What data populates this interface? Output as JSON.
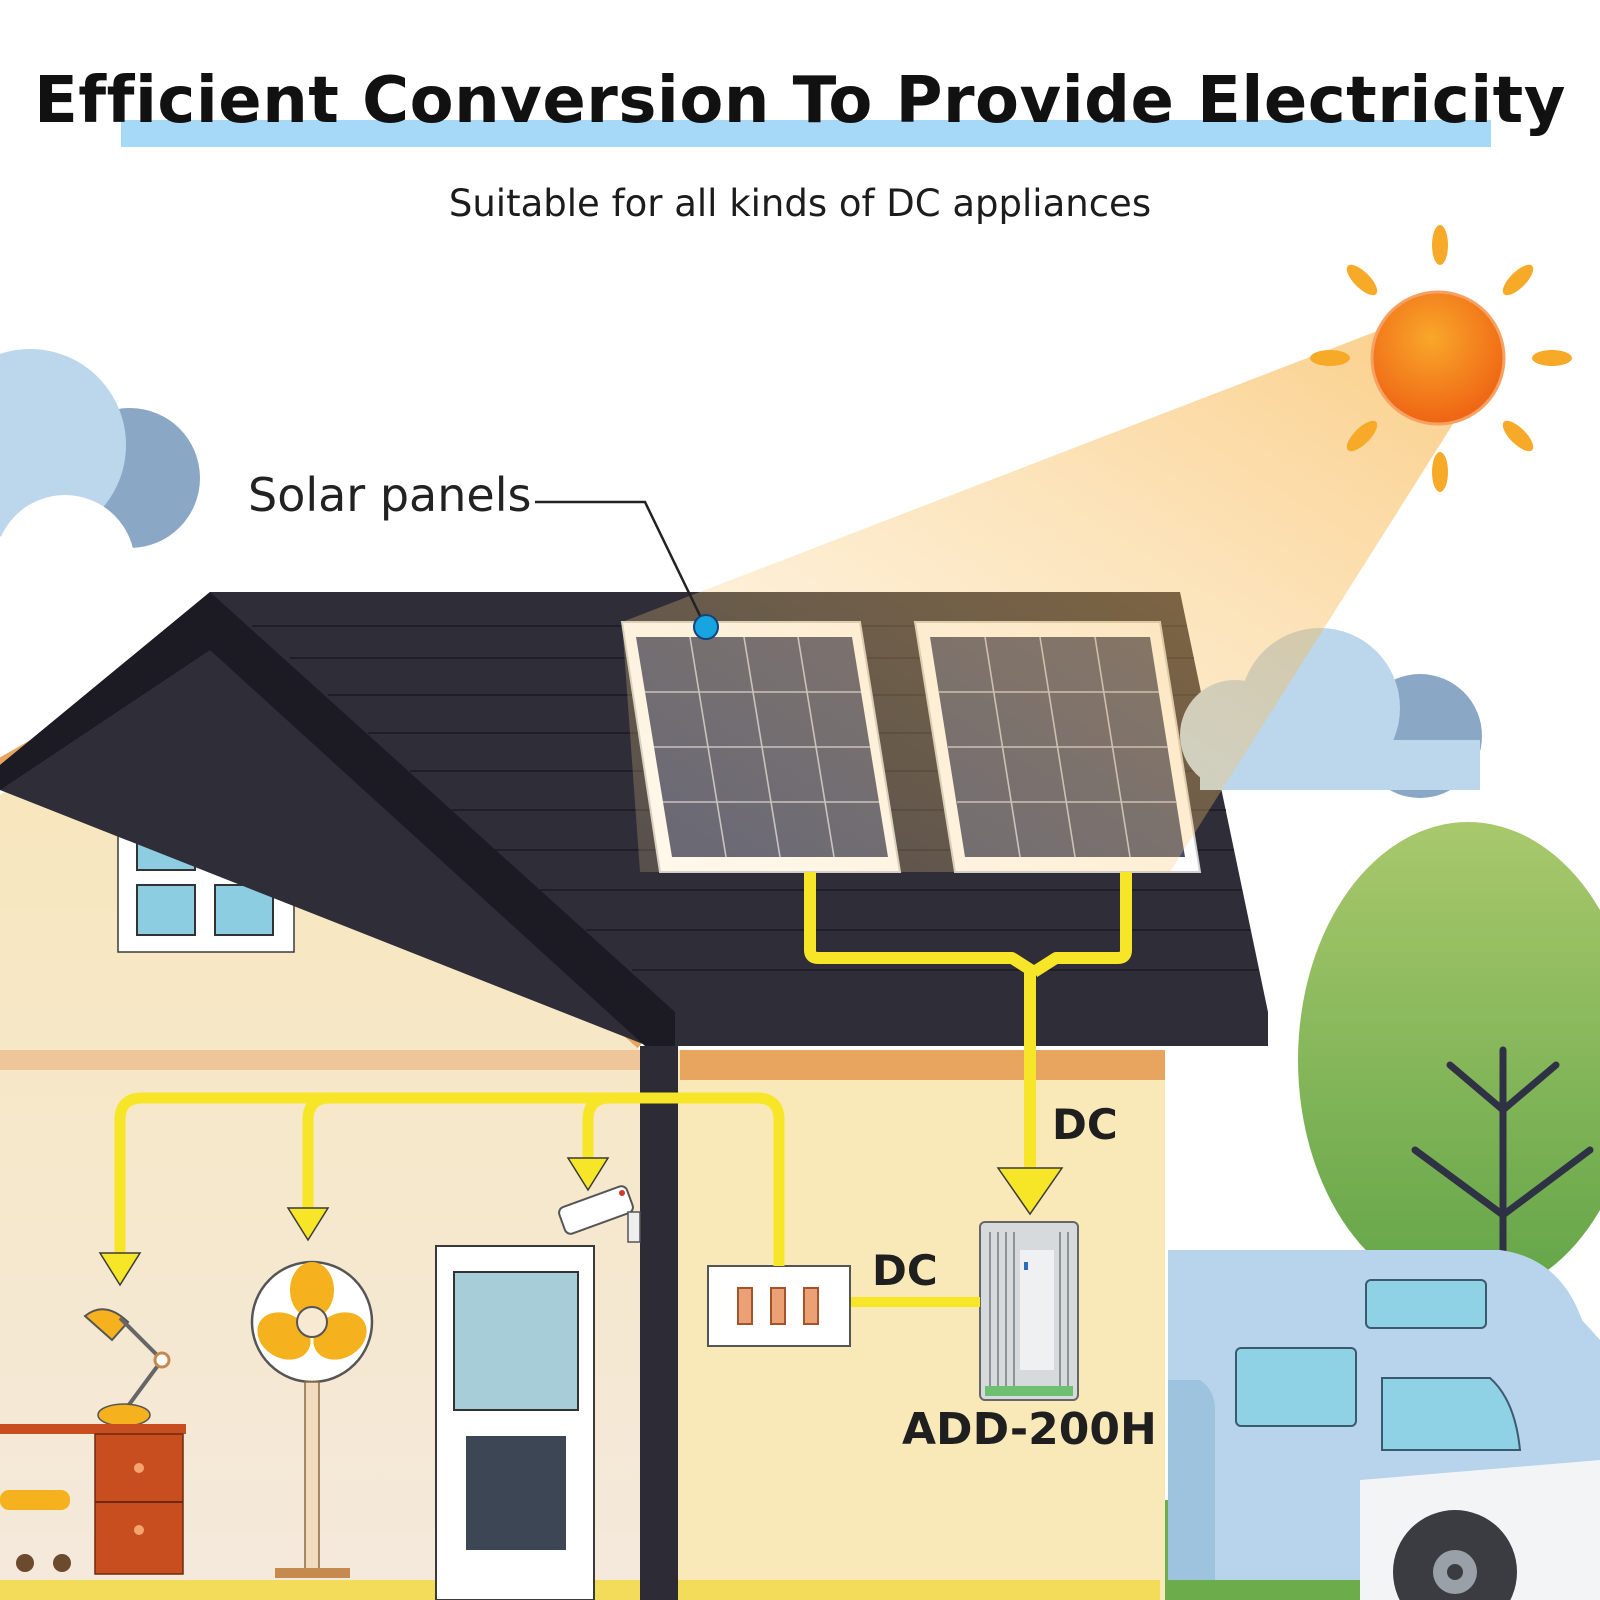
{
  "header": {
    "title": "Efficient Conversion To Provide Electricity",
    "subtitle": "Suitable for all kinds of DC appliances"
  },
  "diagram": {
    "solar_label": "Solar panels",
    "dc_label_vertical": "DC",
    "dc_label_horizontal": "DC",
    "converter_model": "ADD-200H"
  },
  "icons": [
    "sun-icon",
    "cloud-icon",
    "solar-panel-icon",
    "desk-lamp-icon",
    "fan-icon",
    "security-camera-icon",
    "power-outlet-icon",
    "converter-icon",
    "tree-icon",
    "rv-icon"
  ],
  "colors": {
    "accent_bar": "#a6d8f7",
    "wire": "#f7e628",
    "roof": "#2f2e38",
    "sun": "#f28a1a"
  }
}
